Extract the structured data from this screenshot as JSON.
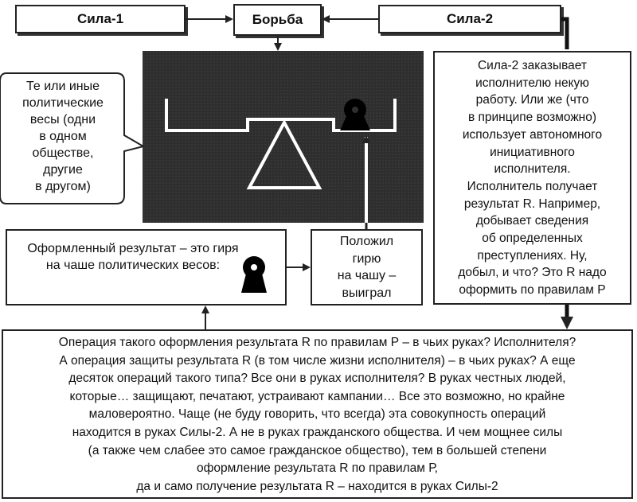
{
  "nodes": {
    "sila1": "Сила-1",
    "borba": "Борьба",
    "sila2": "Сила-2"
  },
  "left_callout": "Те или иные\nполитические\nвесы (одни\nв одном\nобществе,\nдругие\nв другом)",
  "right_text": "Сила-2 заказывает\nисполнителю некую\nработу. Или же (что\nв принципе возможно)\nиспользует автономного\nинициативного\nисполнителя.\nИсполнитель получает\nрезультат R. Например,\nдобывает сведения\nоб определенных\nпреступлениях. Ну,\nдобыл, и что? Это R надо\nоформить по правилам Р",
  "result_text": "Оформленный результат – это гиря\nна чаше политических весов:",
  "put_text": "Положил\nгирю\nна чашу –\nвыиграл",
  "bottom_text": "Операция такого оформления результата R по правилам Р – в чьих руках? Исполнителя?\nА операция защиты результата R (в том числе жизни исполнителя) – в чьих руках? А еще\nдесяток операций такого типа? Все они в руках исполнителя? В руках честных людей,\nкоторые… защищают, печатают, устраивают кампании… Все это возможно, но крайне\nмаловероятно. Чаще (не буду говорить, что всегда) эта совокупность операций\nнаходится в руках Силы-2. А не в руках гражданского общества. И чем  мощнее силы\n(а также чем слабее это самое гражданское общество), тем в большей степени\nоформление результата R по правилам Р,\nда и само получение результата R – находится в руках Силы-2",
  "colors": {
    "panel_bg": "#2e2e2e",
    "panel_line": "#ffffff",
    "stroke": "#222222"
  }
}
